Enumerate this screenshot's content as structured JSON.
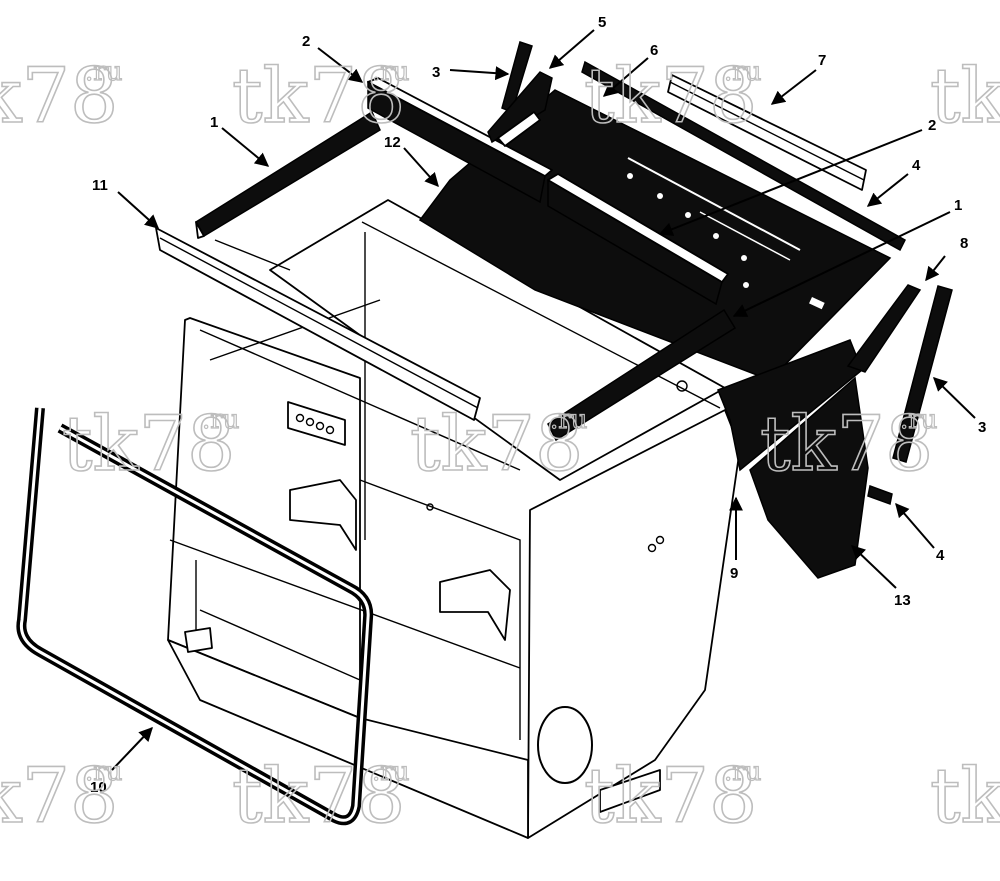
{
  "figure": {
    "watermark_text": "tk78",
    "watermark_suffix": ".ru",
    "callouts": {
      "c1a": "1",
      "c1b": "1",
      "c2a": "2",
      "c2b": "2",
      "c3a": "3",
      "c3b": "3",
      "c4a": "4",
      "c4b": "4",
      "c5": "5",
      "c6": "6",
      "c7": "7",
      "c8": "8",
      "c9": "9",
      "c10": "10",
      "c11": "11",
      "c12": "12",
      "c13": "13"
    }
  }
}
